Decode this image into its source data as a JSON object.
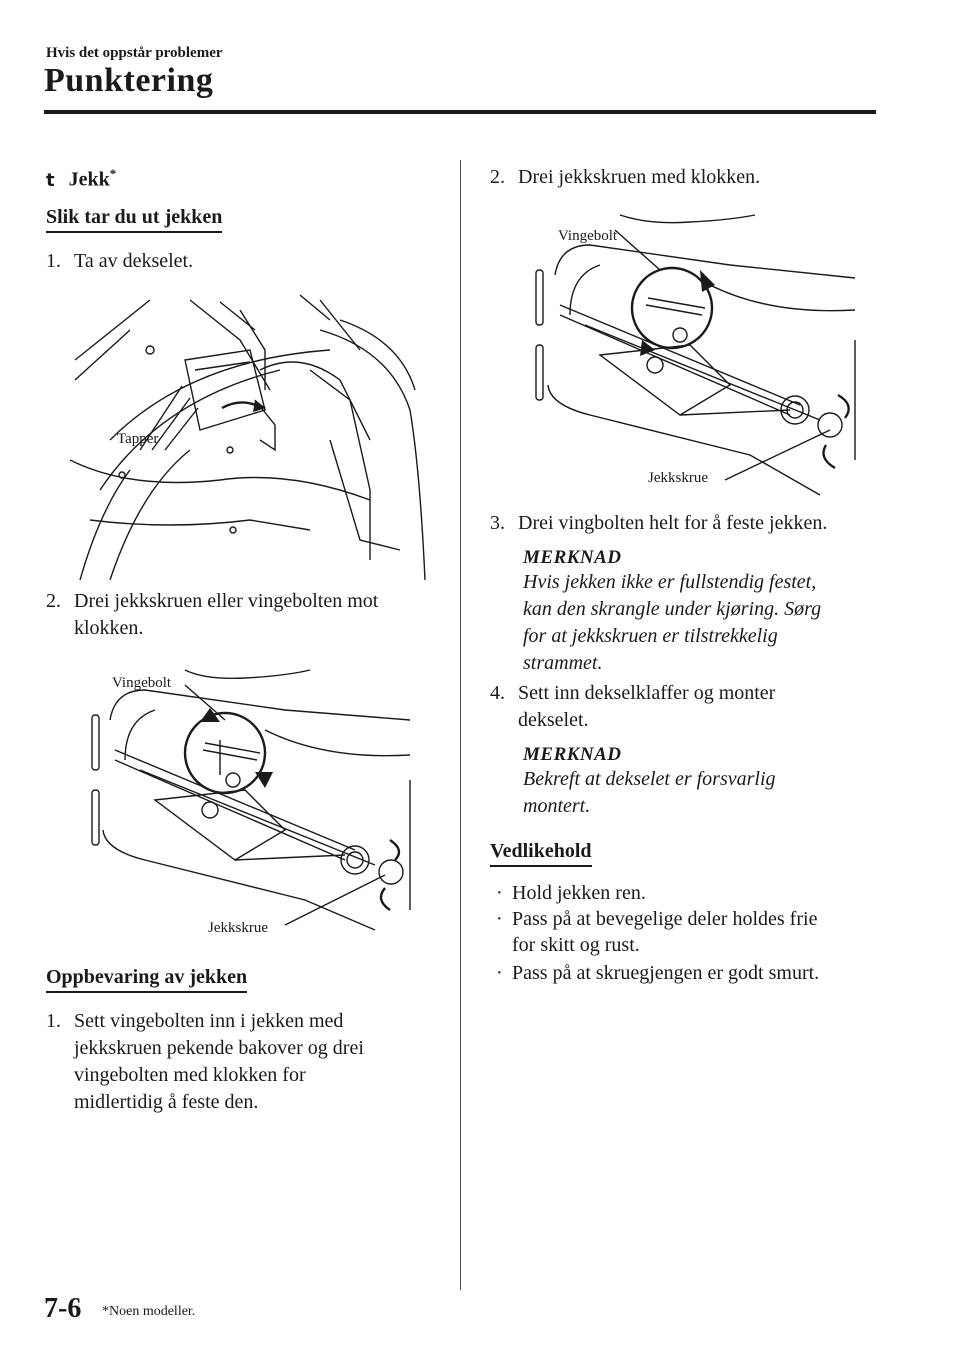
{
  "header": {
    "breadcrumb": "Hvis det oppstår problemer",
    "title": "Punktering"
  },
  "left": {
    "section_marker": "t",
    "section_title": "Jekk",
    "section_sup": "*",
    "sub1": "Slik tar du ut jekken",
    "step1_num": "1.",
    "step1_text": "Ta av dekselet.",
    "fig1_label": "Tapper",
    "step2_num": "2.",
    "step2_text_a": "Drei jekkskruen eller vingebolten mot",
    "step2_text_b": "klokken.",
    "fig2_label_top": "Vingebolt",
    "fig2_label_bottom": "Jekkskrue",
    "sub2": "Oppbevaring av jekken",
    "store_num": "1.",
    "store_lines": [
      "Sett vingebolten inn i jekken med",
      "jekkskruen pekende bakover og drei",
      "vingebolten med klokken for",
      "midlertidig å feste den."
    ]
  },
  "right": {
    "step2_num": "2.",
    "step2_text": "Drei jekkskruen med klokken.",
    "fig3_label_top": "Vingebolt",
    "fig3_label_bottom": "Jekkskrue",
    "step3_num": "3.",
    "step3_text": "Drei vingbolten helt for å feste jekken.",
    "note1_label": "MERKNAD",
    "note1_lines": [
      "Hvis jekken ikke er fullstendig festet,",
      "kan den skrangle under kjøring. Sørg",
      "for at jekkskruen er tilstrekkelig",
      "strammet."
    ],
    "step4_num": "4.",
    "step4_lines": [
      "Sett inn dekselklaffer og monter",
      "dekselet."
    ],
    "note2_label": "MERKNAD",
    "note2_lines": [
      "Bekreft at dekselet er forsvarlig",
      "montert."
    ],
    "maint_title": "Vedlikehold",
    "bullets": [
      "Hold jekken ren.",
      "Pass på at bevegelige deler holdes frie",
      "for skitt og rust.",
      "Pass på at skruegjengen er godt smurt."
    ]
  },
  "footer": {
    "page_number": "7-6",
    "footnote": "*Noen modeller."
  }
}
